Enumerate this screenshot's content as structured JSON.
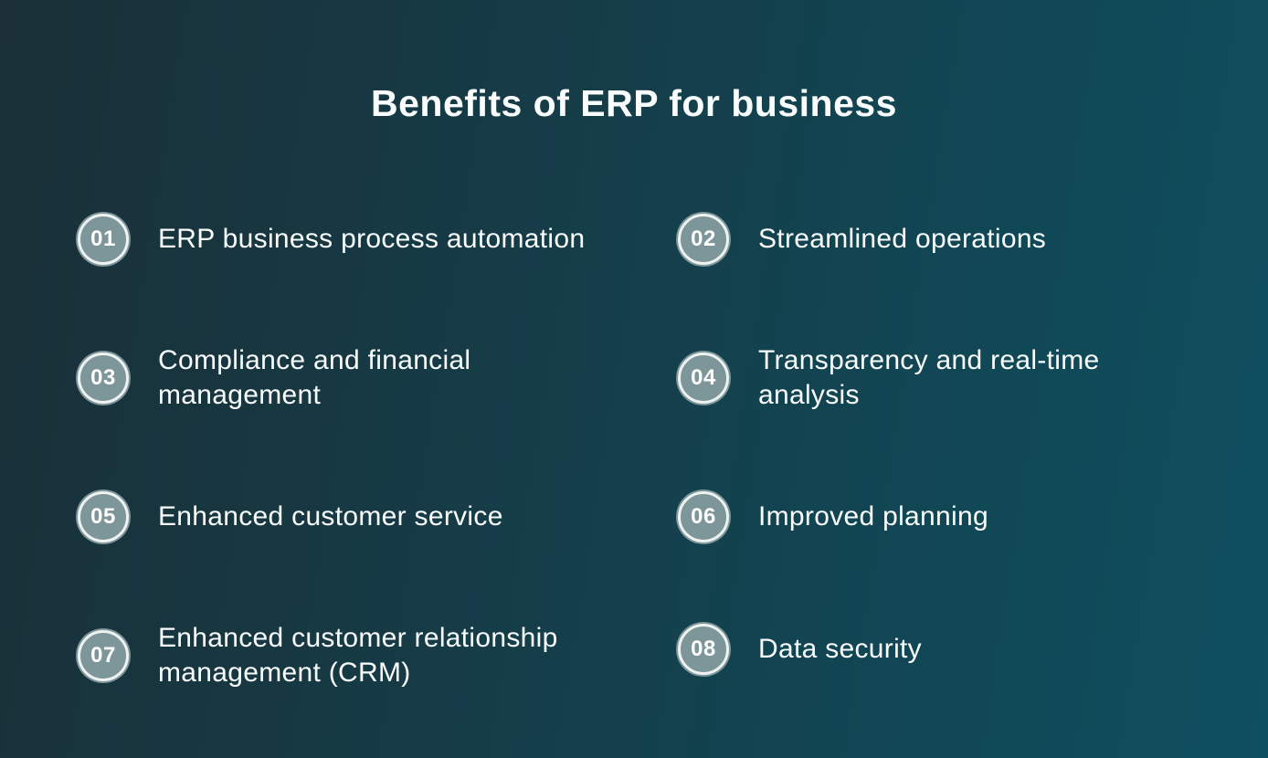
{
  "title": "Benefits of ERP for business",
  "items": [
    {
      "number": "01",
      "label": "ERP business process automation"
    },
    {
      "number": "02",
      "label": "Streamlined operations"
    },
    {
      "number": "03",
      "label": "Compliance and financial\nmanagement"
    },
    {
      "number": "04",
      "label": "Transparency and real-time\nanalysis"
    },
    {
      "number": "05",
      "label": "Enhanced customer service"
    },
    {
      "number": "06",
      "label": "Improved planning"
    },
    {
      "number": "07",
      "label": "Enhanced customer relationship\nmanagement (CRM)"
    },
    {
      "number": "08",
      "label": "Data security"
    }
  ],
  "colors": {
    "background_start": "#1a2f37",
    "background_mid": "#14404c",
    "background_end": "#0e4f60",
    "badge_fill": "#7d969a",
    "badge_ring": "#eef2f1",
    "text": "#fafdfd"
  }
}
